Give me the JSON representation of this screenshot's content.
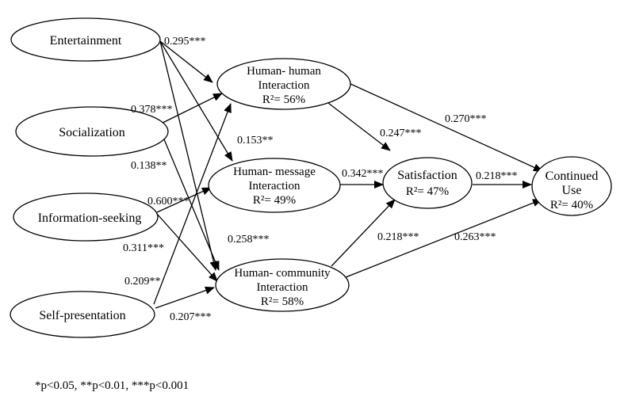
{
  "nodes": {
    "entertainment": {
      "lines": [
        "Entertainment"
      ]
    },
    "socialization": {
      "lines": [
        "Socialization"
      ]
    },
    "information_seeking": {
      "lines": [
        "Information-seeking"
      ]
    },
    "self_presentation": {
      "lines": [
        "Self-presentation"
      ]
    },
    "human_human": {
      "lines": [
        "Human- human",
        "Interaction",
        "R²= 56%"
      ]
    },
    "human_message": {
      "lines": [
        "Human- message",
        "Interaction",
        "R²= 49%"
      ]
    },
    "human_community": {
      "lines": [
        "Human- community",
        "Interaction",
        "R²= 58%"
      ]
    },
    "satisfaction": {
      "lines": [
        "Satisfaction",
        "R²= 47%"
      ]
    },
    "continued_use": {
      "lines": [
        "Continued",
        "Use",
        "R²= 40%"
      ]
    }
  },
  "edges": [
    {
      "from": "entertainment",
      "to": "human_human",
      "label": "0.295***"
    },
    {
      "from": "entertainment",
      "to": "human_message",
      "label": "0.153**"
    },
    {
      "from": "entertainment",
      "to": "human_community",
      "label": "0.138**"
    },
    {
      "from": "socialization",
      "to": "human_human",
      "label": "0.378***"
    },
    {
      "from": "socialization",
      "to": "human_community",
      "label": "0.258***"
    },
    {
      "from": "information_seeking",
      "to": "human_message",
      "label": "0.600***"
    },
    {
      "from": "information_seeking",
      "to": "human_community",
      "label": "0.311***"
    },
    {
      "from": "self_presentation",
      "to": "human_human",
      "label": "0.209**"
    },
    {
      "from": "self_presentation",
      "to": "human_community",
      "label": "0.207***"
    },
    {
      "from": "human_human",
      "to": "satisfaction",
      "label": "0.247***"
    },
    {
      "from": "human_human",
      "to": "continued_use",
      "label": "0.270***"
    },
    {
      "from": "human_message",
      "to": "satisfaction",
      "label": "0.342***"
    },
    {
      "from": "human_community",
      "to": "satisfaction",
      "label": "0.218***"
    },
    {
      "from": "human_community",
      "to": "continued_use",
      "label": "0.263***"
    },
    {
      "from": "satisfaction",
      "to": "continued_use",
      "label": "0.218***"
    }
  ],
  "footnote": "*p<0.05, **p<0.01, ***p<0.001"
}
